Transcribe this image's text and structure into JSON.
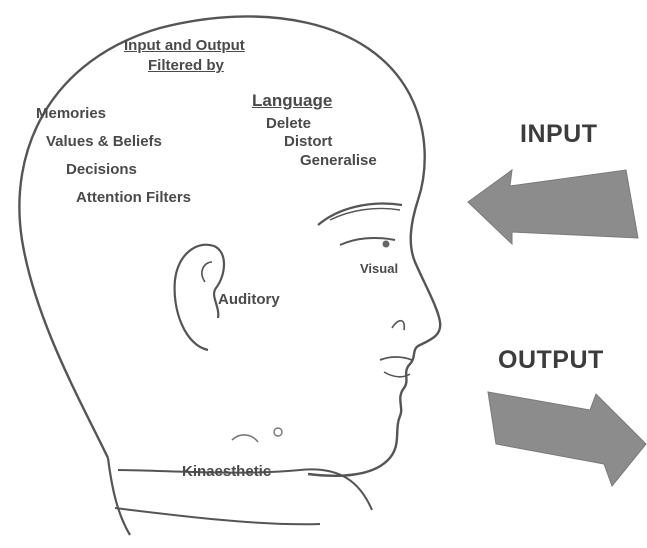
{
  "header": {
    "line1": "Input and Output",
    "line2": "Filtered by"
  },
  "filters": [
    "Memories",
    "Values & Beliefs",
    "Decisions",
    "Attention Filters"
  ],
  "language": {
    "title": "Language",
    "items": [
      "Delete",
      "Distort",
      "Generalise"
    ]
  },
  "senses": {
    "visual": "Visual",
    "auditory": "Auditory",
    "kinaesthetic": "Kinaesthetic"
  },
  "arrows": {
    "input": "INPUT",
    "output": "OUTPUT"
  },
  "colors": {
    "line": "#555555",
    "arrow": "#8c8c8c",
    "text": "#4a4a4a"
  }
}
